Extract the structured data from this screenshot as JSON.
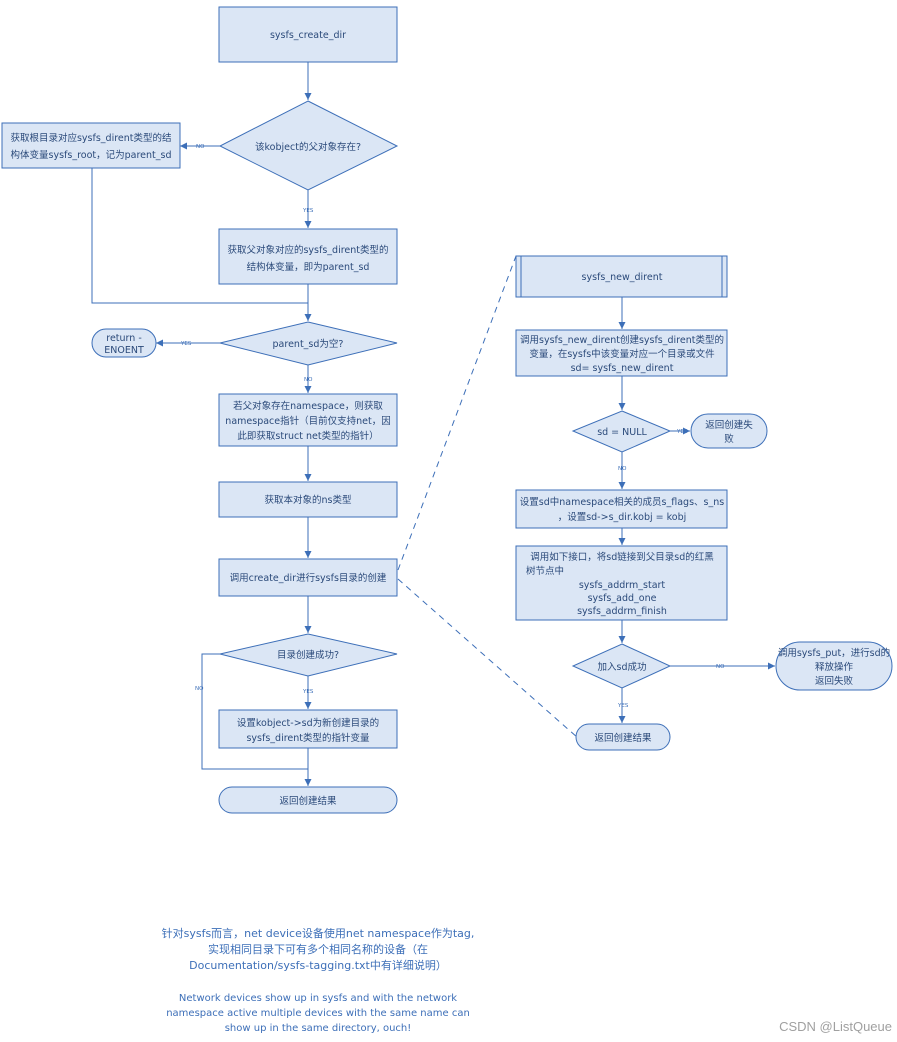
{
  "left_flow": {
    "start": "sysfs_create_dir",
    "q_kobject_parent": "该kobject的父对象存在?",
    "no_parent_action": [
      "获取根目录对应sysfs_dirent类型的结",
      "构体变量sysfs_root，记为parent_sd"
    ],
    "get_parent_sd": [
      "获取父对象对应的sysfs_dirent类型的",
      "结构体变量，即为parent_sd"
    ],
    "q_parent_sd_null": "parent_sd为空?",
    "return_enoent": [
      "return -",
      "ENOENT"
    ],
    "get_namespace": [
      "若父对象存在namespace，则获取",
      "namespace指针（目前仅支持net，因",
      "此即获取struct net类型的指针）"
    ],
    "get_ns_type": "获取本对象的ns类型",
    "call_create_dir": "调用create_dir进行sysfs目录的创建",
    "q_dir_created": "目录创建成功?",
    "set_kobject_sd": [
      "设置kobject->sd为新创建目录的",
      "sysfs_dirent类型的指针变量"
    ],
    "return_result": "返回创建结果"
  },
  "right_flow": {
    "start": "sysfs_new_dirent",
    "call_new_dirent": [
      "调用sysfs_new_dirent创建sysfs_dirent类型的",
      "变量，在sysfs中该变量对应一个目录或文件",
      "sd= sysfs_new_dirent"
    ],
    "q_sd_null": "sd = NULL",
    "return_fail": [
      "返回创建失",
      "败"
    ],
    "set_members": [
      "设置sd中namespace相关的成员s_flags、s_ns",
      "，设置sd->s_dir.kobj = kobj"
    ],
    "link_parent": [
      "调用如下接口，将sd链接到父目录sd的红黑",
      "树节点中",
      "sysfs_addrm_start",
      "sysfs_add_one",
      "sysfs_addrm_finish"
    ],
    "q_add_sd": "加入sd成功",
    "put_release": [
      "调用sysfs_put，进行sd的",
      "释放操作",
      "返回失败"
    ],
    "return_result": "返回创建结果"
  },
  "tags": {
    "no": "NO",
    "yes": "YES"
  },
  "note": {
    "cn": [
      "针对sysfs而言，net device设备使用net namespace作为tag,",
      "实现相同目录下可有多个相同名称的设备（在",
      "Documentation/sysfs-tagging.txt中有详细说明）"
    ],
    "en": [
      "Network devices show up in sysfs and with the network",
      "namespace active multiple devices with the same name can",
      "show up in the same directory, ouch!"
    ]
  },
  "watermark": "CSDN @ListQueue",
  "colors": {
    "box_fill": "#dbe6f5",
    "stroke": "#3d6fb8",
    "text": "#2b4a7a",
    "watermark": "#a0a0a0"
  }
}
